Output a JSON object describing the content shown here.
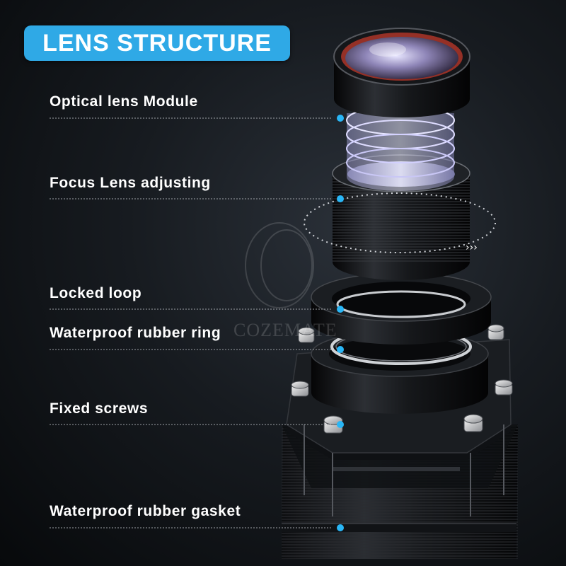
{
  "title": "LENS STRUCTURE",
  "labels": [
    "Optical lens Module",
    "Focus Lens adjusting",
    "Locked loop",
    "Waterproof rubber ring",
    "Fixed screws",
    "Waterproof rubber gasket"
  ],
  "watermark": "COZEMATE",
  "colors": {
    "badge": "#2fa9e6",
    "marker": "#29b6f6",
    "label_text": "#ffffff",
    "background": "#0b0d10"
  }
}
